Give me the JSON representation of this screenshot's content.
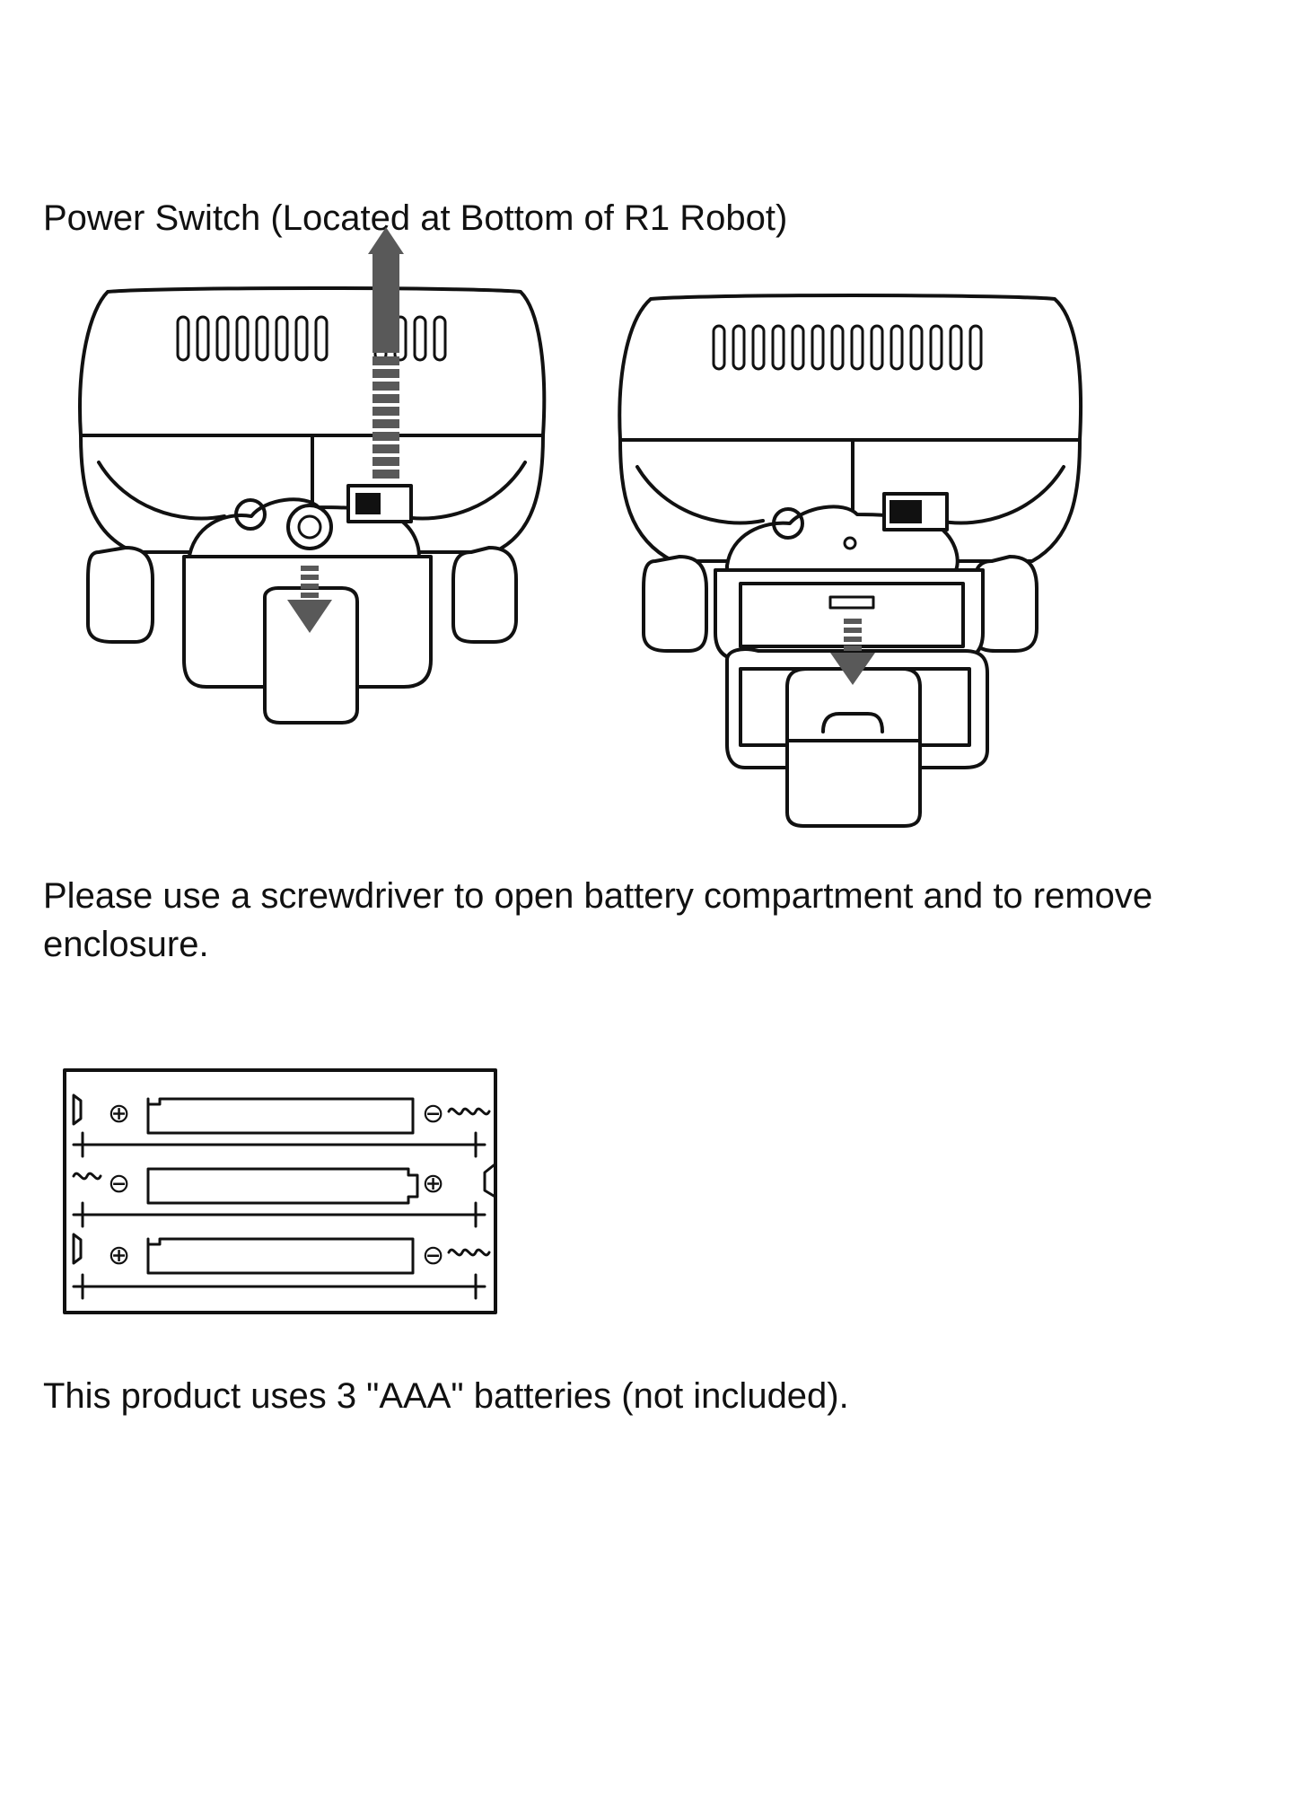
{
  "captions": {
    "power_switch": "Power Switch (Located at Bottom of R1 Robot)",
    "screwdriver": "Please use a screwdriver to open battery compartment and to remove enclosure.",
    "batteries": "This product uses 3 \"AAA\" batteries (not included)."
  },
  "illustrations": {
    "robot_closed": "robot-bottom-closed",
    "robot_open": "robot-bottom-open",
    "battery_holder": "aaa-battery-holder"
  },
  "colors": {
    "line": "#111111",
    "arrow": "#595959",
    "background": "#ffffff"
  }
}
